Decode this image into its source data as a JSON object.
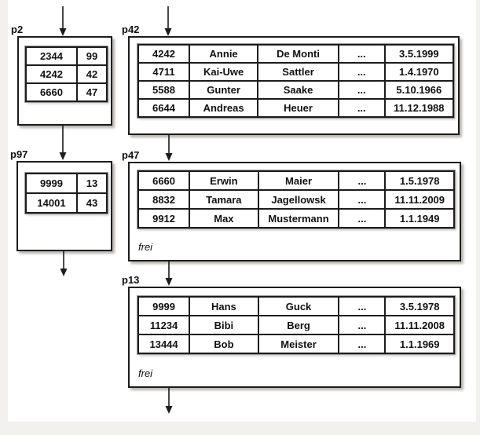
{
  "diagram": {
    "kind": "database page / B-tree structure",
    "free_space_label": "frei"
  },
  "pages": [
    {
      "label": "p2",
      "kind": "index-page",
      "rows": [
        [
          "2344",
          "99"
        ],
        [
          "4242",
          "42"
        ],
        [
          "6660",
          "47"
        ]
      ]
    },
    {
      "label": "p42",
      "kind": "data-page",
      "rows": [
        [
          "4242",
          "Annie",
          "De Monti",
          "...",
          "3.5.1999"
        ],
        [
          "4711",
          "Kai-Uwe",
          "Sattler",
          "...",
          "1.4.1970"
        ],
        [
          "5588",
          "Gunter",
          "Saake",
          "...",
          "5.10.1966"
        ],
        [
          "6644",
          "Andreas",
          "Heuer",
          "...",
          "11.12.1988"
        ]
      ]
    },
    {
      "label": "p97",
      "kind": "index-page",
      "rows": [
        [
          "9999",
          "13"
        ],
        [
          "14001",
          "43"
        ]
      ]
    },
    {
      "label": "p47",
      "kind": "data-page",
      "free_label": "frei",
      "rows": [
        [
          "6660",
          "Erwin",
          "Maier",
          "...",
          "1.5.1978"
        ],
        [
          "8832",
          "Tamara",
          "Jagellowsk",
          "...",
          "11.11.2009"
        ],
        [
          "9912",
          "Max",
          "Mustermann",
          "...",
          "1.1.1949"
        ]
      ]
    },
    {
      "label": "p13",
      "kind": "data-page",
      "free_label": "frei",
      "rows": [
        [
          "9999",
          "Hans",
          "Guck",
          "...",
          "3.5.1978"
        ],
        [
          "11234",
          "Bibi",
          "Berg",
          "...",
          "11.11.2008"
        ],
        [
          "13444",
          "Bob",
          "Meister",
          "...",
          "1.1.1969"
        ]
      ]
    }
  ],
  "arrows": [
    {
      "name": "incoming-into-p2",
      "to": "p2"
    },
    {
      "name": "incoming-into-p42",
      "to": "p42"
    },
    {
      "name": "p2-to-p97",
      "from": "p2",
      "to": "p97"
    },
    {
      "name": "p42-to-p47",
      "from": "p42",
      "to": "p47"
    },
    {
      "name": "outgoing-from-p97",
      "from": "p97"
    },
    {
      "name": "p47-to-p13",
      "from": "p47",
      "to": "p13"
    },
    {
      "name": "outgoing-from-p13",
      "from": "p13"
    }
  ],
  "colors": {
    "line": "#1c1c1c",
    "slide_bg": "#ffffff",
    "margin_bg": "#f3f1ee"
  }
}
